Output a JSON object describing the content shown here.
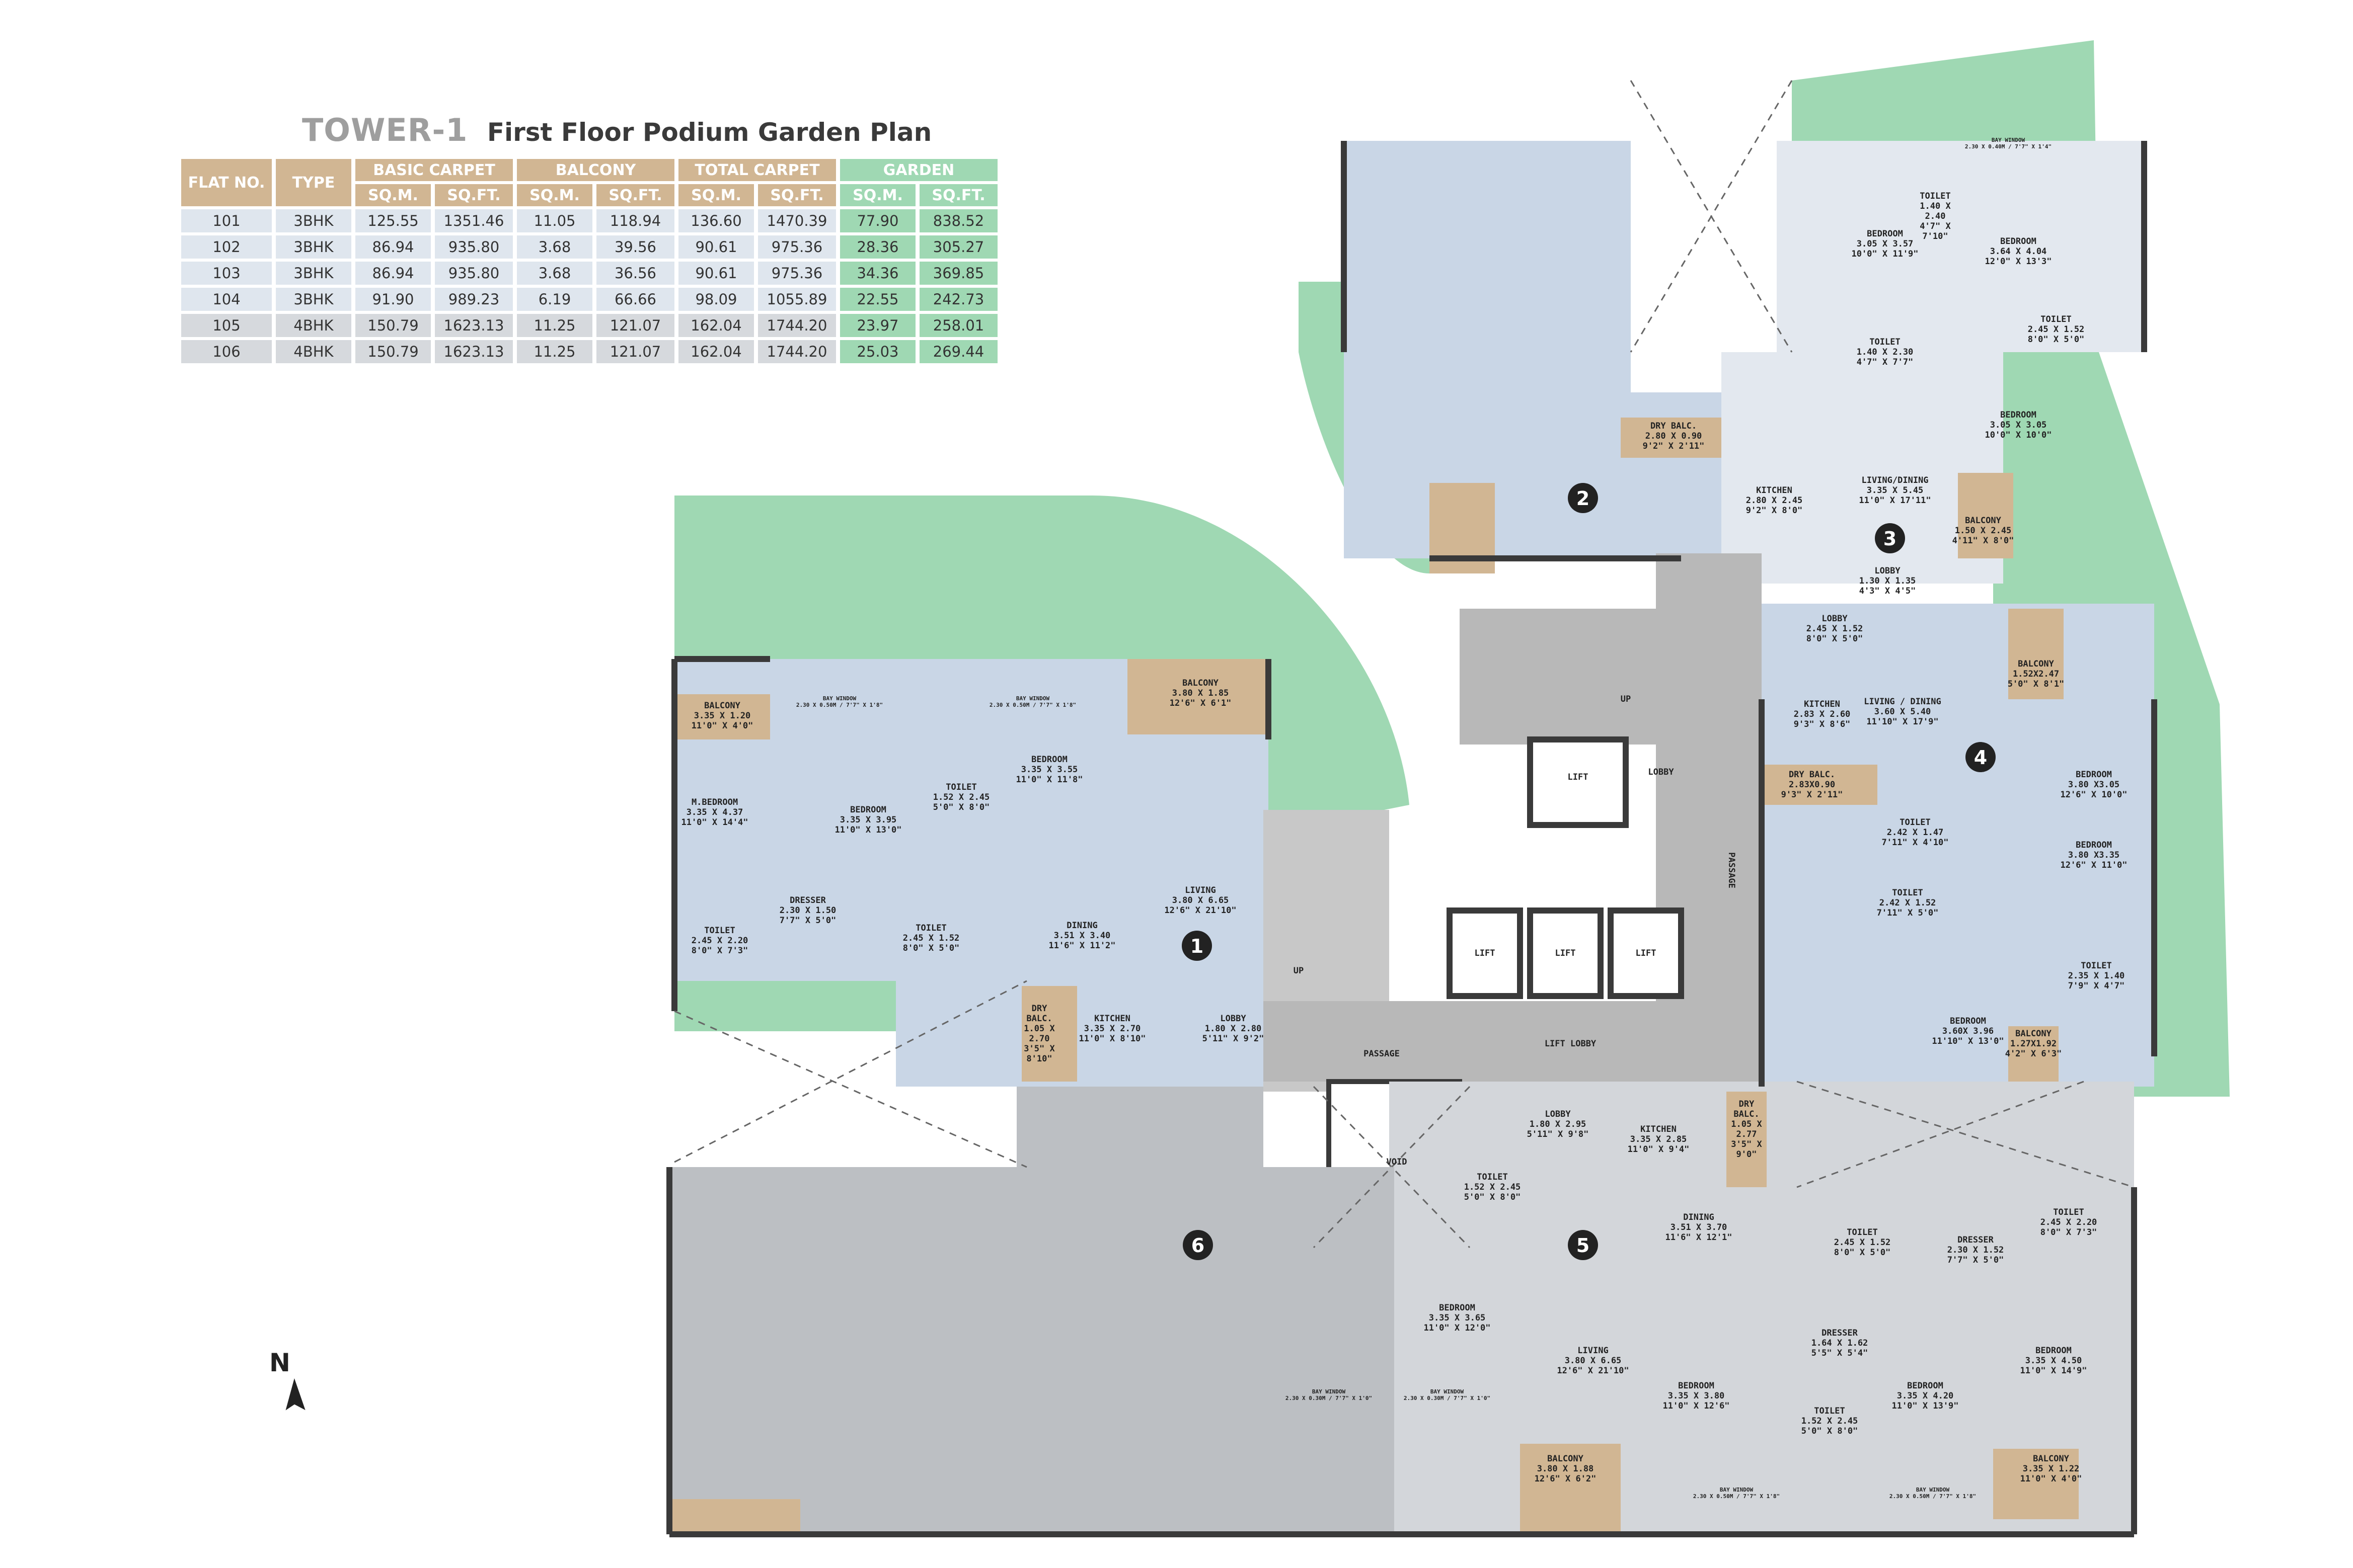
{
  "header": {
    "tower": "TOWER-1",
    "subtitle": "First Floor Podium Garden Plan"
  },
  "table": {
    "col_flat": "FLAT NO.",
    "col_type": "TYPE",
    "grp_basic": "BASIC CARPET",
    "grp_balcony": "BALCONY",
    "grp_total": "TOTAL CARPET",
    "grp_garden": "GARDEN",
    "unit_sqm": "SQ.M.",
    "unit_sqft": "SQ.FT.",
    "rows": [
      {
        "flat": "101",
        "type": "3BHK",
        "basic_sqm": "125.55",
        "basic_sqft": "1351.46",
        "bal_sqm": "11.05",
        "bal_sqft": "118.94",
        "tot_sqm": "136.60",
        "tot_sqft": "1470.39",
        "gar_sqm": "77.90",
        "gar_sqft": "838.52"
      },
      {
        "flat": "102",
        "type": "3BHK",
        "basic_sqm": "86.94",
        "basic_sqft": "935.80",
        "bal_sqm": "3.68",
        "bal_sqft": "39.56",
        "tot_sqm": "90.61",
        "tot_sqft": "975.36",
        "gar_sqm": "28.36",
        "gar_sqft": "305.27"
      },
      {
        "flat": "103",
        "type": "3BHK",
        "basic_sqm": "86.94",
        "basic_sqft": "935.80",
        "bal_sqm": "3.68",
        "bal_sqft": "36.56",
        "tot_sqm": "90.61",
        "tot_sqft": "975.36",
        "gar_sqm": "34.36",
        "gar_sqft": "369.85"
      },
      {
        "flat": "104",
        "type": "3BHK",
        "basic_sqm": "91.90",
        "basic_sqft": "989.23",
        "bal_sqm": "6.19",
        "bal_sqft": "66.66",
        "tot_sqm": "98.09",
        "tot_sqft": "1055.89",
        "gar_sqm": "22.55",
        "gar_sqft": "242.73"
      },
      {
        "flat": "105",
        "type": "4BHK",
        "basic_sqm": "150.79",
        "basic_sqft": "1623.13",
        "bal_sqm": "11.25",
        "bal_sqft": "121.07",
        "tot_sqm": "162.04",
        "tot_sqft": "1744.20",
        "gar_sqm": "23.97",
        "gar_sqft": "258.01"
      },
      {
        "flat": "106",
        "type": "4BHK",
        "basic_sqm": "150.79",
        "basic_sqft": "1623.13",
        "bal_sqm": "11.25",
        "bal_sqft": "121.07",
        "tot_sqm": "162.04",
        "tot_sqft": "1744.20",
        "gar_sqm": "25.03",
        "gar_sqft": "269.44"
      }
    ]
  },
  "compass": "N",
  "units": [
    "1",
    "2",
    "3",
    "4",
    "5",
    "6"
  ],
  "common": {
    "lift": "LIFT",
    "lobby": "LOBBY",
    "lift_lobby": "LIFT LOBBY",
    "passage": "PASSAGE",
    "void": "VOID",
    "up": "UP"
  },
  "rooms": {
    "u1_balcony": [
      "BALCONY",
      "3.35 X 1.20",
      "11'0\" X 4'0\""
    ],
    "u1_mbed": [
      "M.BEDROOM",
      "3.35 X 4.37",
      "11'0\" X 14'4\""
    ],
    "u1_bed1": [
      "BEDROOM",
      "3.35 X 3.95",
      "11'0\" X 13'0\""
    ],
    "u1_toilet1": [
      "TOILET",
      "1.52 X 2.45",
      "5'0\" X 8'0\""
    ],
    "u1_bed2": [
      "BEDROOM",
      "3.35 X 3.55",
      "11'0\" X 11'8\""
    ],
    "u1_balcony2": [
      "BALCONY",
      "3.80 X 1.85",
      "12'6\" X 6'1\""
    ],
    "u1_dresser": [
      "DRESSER",
      "2.30 X 1.50",
      "7'7\" X 5'0\""
    ],
    "u1_toilet2": [
      "TOILET",
      "2.45 X 2.20",
      "8'0\" X 7'3\""
    ],
    "u1_toilet3": [
      "TOILET",
      "2.45 X 1.52",
      "8'0\" X 5'0\""
    ],
    "u1_dining": [
      "DINING",
      "3.51 X 3.40",
      "11'6\" X 11'2\""
    ],
    "u1_living": [
      "LIVING",
      "3.80 X 6.65",
      "12'6\" X 21'10\""
    ],
    "u1_kitchen": [
      "KITCHEN",
      "3.35 X 2.70",
      "11'0\" X 8'10\""
    ],
    "u1_lobby": [
      "LOBBY",
      "1.80 X 2.80",
      "5'11\" X 9'2\""
    ],
    "u1_drybalc": [
      "DRY",
      "BALC.",
      "1.05 X",
      "2.70",
      "3'5\" X",
      "8'10\""
    ],
    "u2_drybalc": [
      "DRY BALC.",
      "2.80 X 0.90",
      "9'2\" X 2'11\""
    ],
    "u2_kitchen": [
      "KITCHEN",
      "2.80 X 2.45",
      "9'2\" X 8'0\""
    ],
    "u3_bed1": [
      "BEDROOM",
      "3.05 X 3.57",
      "10'0\" X 11'9\""
    ],
    "u3_toilet1": [
      "TOILET",
      "1.40 X",
      "2.40",
      "4'7\" X",
      "7'10\""
    ],
    "u3_bed2": [
      "BEDROOM",
      "3.64 X 4.04",
      "12'0\" X 13'3\""
    ],
    "u3_toilet2": [
      "TOILET",
      "2.45 X 1.52",
      "8'0\" X 5'0\""
    ],
    "u3_toilet3": [
      "TOILET",
      "1.40 X 2.30",
      "4'7\" X 7'7\""
    ],
    "u3_bed3": [
      "BEDROOM",
      "3.05 X 3.05",
      "10'0\" X 10'0\""
    ],
    "u3_living": [
      "LIVING/DINING",
      "3.35 X 5.45",
      "11'0\" X 17'11\""
    ],
    "u3_balcony": [
      "BALCONY",
      "1.50 X 2.45",
      "4'11\" X 8'0\""
    ],
    "u3_lobby": [
      "LOBBY",
      "1.30 X 1.35",
      "4'3\" X 4'5\""
    ],
    "u4_lobby": [
      "LOBBY",
      "2.45 X 1.52",
      "8'0\" X 5'0\""
    ],
    "u4_kitchen": [
      "KITCHEN",
      "2.83 X 2.60",
      "9'3\" X 8'6\""
    ],
    "u4_living": [
      "LIVING / DINING",
      "3.60 X 5.40",
      "11'10\" X 17'9\""
    ],
    "u4_balcony": [
      "BALCONY",
      "1.52X2.47",
      "5'0\" X 8'1\""
    ],
    "u4_drybalc": [
      "DRY BALC.",
      "2.83X0.90",
      "9'3\" X 2'11\""
    ],
    "u4_bed1": [
      "BEDROOM",
      "3.80 X3.05",
      "12'6\" X 10'0\""
    ],
    "u4_toilet1": [
      "TOILET",
      "2.42 X 1.47",
      "7'11\" X 4'10\""
    ],
    "u4_bed2": [
      "BEDROOM",
      "3.80 X3.35",
      "12'6\" X 11'0\""
    ],
    "u4_toilet2": [
      "TOILET",
      "2.42 X 1.52",
      "7'11\" X 5'0\""
    ],
    "u4_toilet3": [
      "TOILET",
      "2.35 X 1.40",
      "7'9\" X 4'7\""
    ],
    "u4_bed3": [
      "BEDROOM",
      "3.60X 3.96",
      "11'10\" X 13'0\""
    ],
    "u4_balcony2": [
      "BALCONY",
      "1.27X1.92",
      "4'2\" X 6'3\""
    ],
    "u5_lobby": [
      "LOBBY",
      "1.80 X 2.95",
      "5'11\" X 9'8\""
    ],
    "u5_kitchen": [
      "KITCHEN",
      "3.35 X 2.85",
      "11'0\" X 9'4\""
    ],
    "u5_drybalc": [
      "DRY",
      "BALC.",
      "1.05 X",
      "2.77",
      "3'5\" X",
      "9'0\""
    ],
    "u5_toilet1": [
      "TOILET",
      "1.52 X 2.45",
      "5'0\" X 8'0\""
    ],
    "u5_dining": [
      "DINING",
      "3.51 X 3.70",
      "11'6\" X 12'1\""
    ],
    "u5_toilet2": [
      "TOILET",
      "2.45 X 1.52",
      "8'0\" X 5'0\""
    ],
    "u5_dresser": [
      "DRESSER",
      "2.30 X 1.52",
      "7'7\" X 5'0\""
    ],
    "u5_toilet3": [
      "TOILET",
      "2.45 X 2.20",
      "8'0\" X 7'3\""
    ],
    "u5_bed1": [
      "BEDROOM",
      "3.35 X 3.65",
      "11'0\" X 12'0\""
    ],
    "u5_living": [
      "LIVING",
      "3.80 X 6.65",
      "12'6\" X 21'10\""
    ],
    "u5_dresser2": [
      "DRESSER",
      "1.64 X 1.62",
      "5'5\" X 5'4\""
    ],
    "u5_bed2": [
      "BEDROOM",
      "3.35 X 3.80",
      "11'0\" X 12'6\""
    ],
    "u5_toilet4": [
      "TOILET",
      "1.52 X 2.45",
      "5'0\" X 8'0\""
    ],
    "u5_bed3": [
      "BEDROOM",
      "3.35 X 4.20",
      "11'0\" X 13'9\""
    ],
    "u5_bed4": [
      "BEDROOM",
      "3.35 X 4.50",
      "11'0\" X 14'9\""
    ],
    "u5_balcony": [
      "BALCONY",
      "3.80 X 1.88",
      "12'6\" X 6'2\""
    ],
    "u5_balcony2": [
      "BALCONY",
      "3.35 X 1.22",
      "11'0\" X 4'0\""
    ]
  },
  "bay": {
    "bw": "BAY WINDOW",
    "d1": "2.30 X 0.50M / 7'7\" X 1'8\"",
    "d2": "2.30 X 0.40M / 7'7\" X 1'4\"",
    "d3": "2.30 X 0.30M / 7'7\" X 1'0\""
  },
  "colors": {
    "garden": "#9fd8b3",
    "blue": "#c9d6e6",
    "grey": "#d3d6da",
    "tan": "#d1b693",
    "core": "#b8b8b8",
    "wall": "#3a3a3a"
  }
}
